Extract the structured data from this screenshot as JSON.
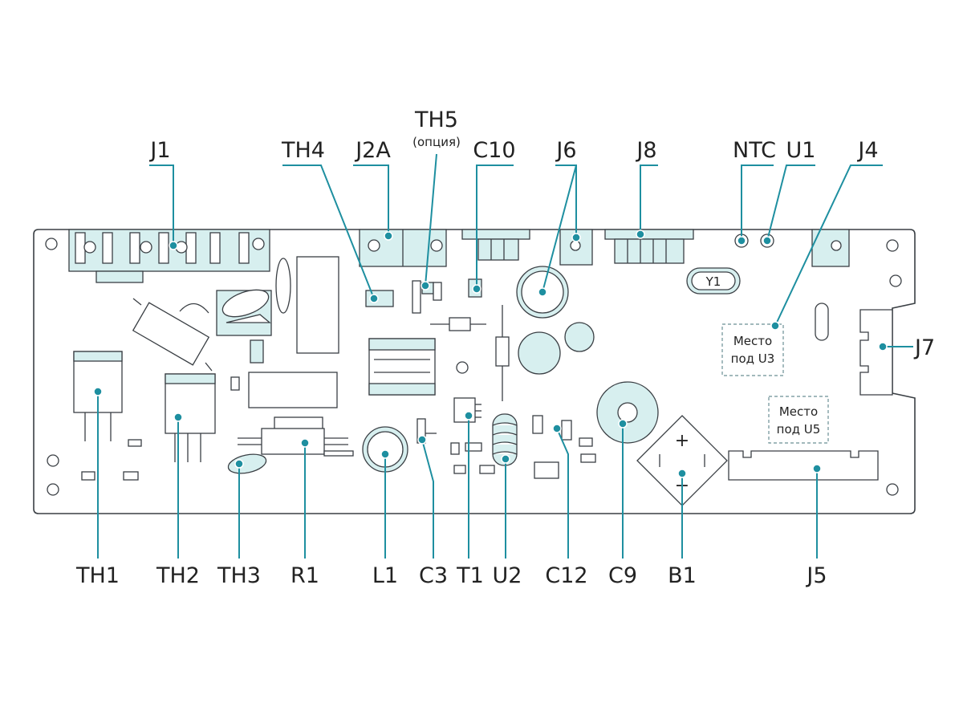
{
  "diagram": {
    "labels_top": {
      "J1": "J1",
      "TH4": "TH4",
      "J2A": "J2A",
      "TH5": "TH5",
      "TH5_note": "(опция)",
      "C10": "C10",
      "J6": "J6",
      "J8": "J8",
      "NTC": "NTC",
      "U1": "U1",
      "J4": "J4"
    },
    "labels_right": {
      "J7": "J7"
    },
    "labels_bottom": {
      "TH1": "TH1",
      "TH2": "TH2",
      "TH3": "TH3",
      "R1": "R1",
      "L1": "L1",
      "C3": "C3",
      "T1": "T1",
      "U2": "U2",
      "C12": "C12",
      "C9": "C9",
      "B1": "B1",
      "J5": "J5"
    },
    "on_board": {
      "Y1": "Y1",
      "U3_line1": "Место",
      "U3_line2": "под U3",
      "U5_line1": "Место",
      "U5_line2": "под U5",
      "plus": "+",
      "minus": "−"
    },
    "colors": {
      "accent": "#1e8fa0",
      "component_fill": "#d7efef",
      "outline": "#3a3f44"
    }
  }
}
